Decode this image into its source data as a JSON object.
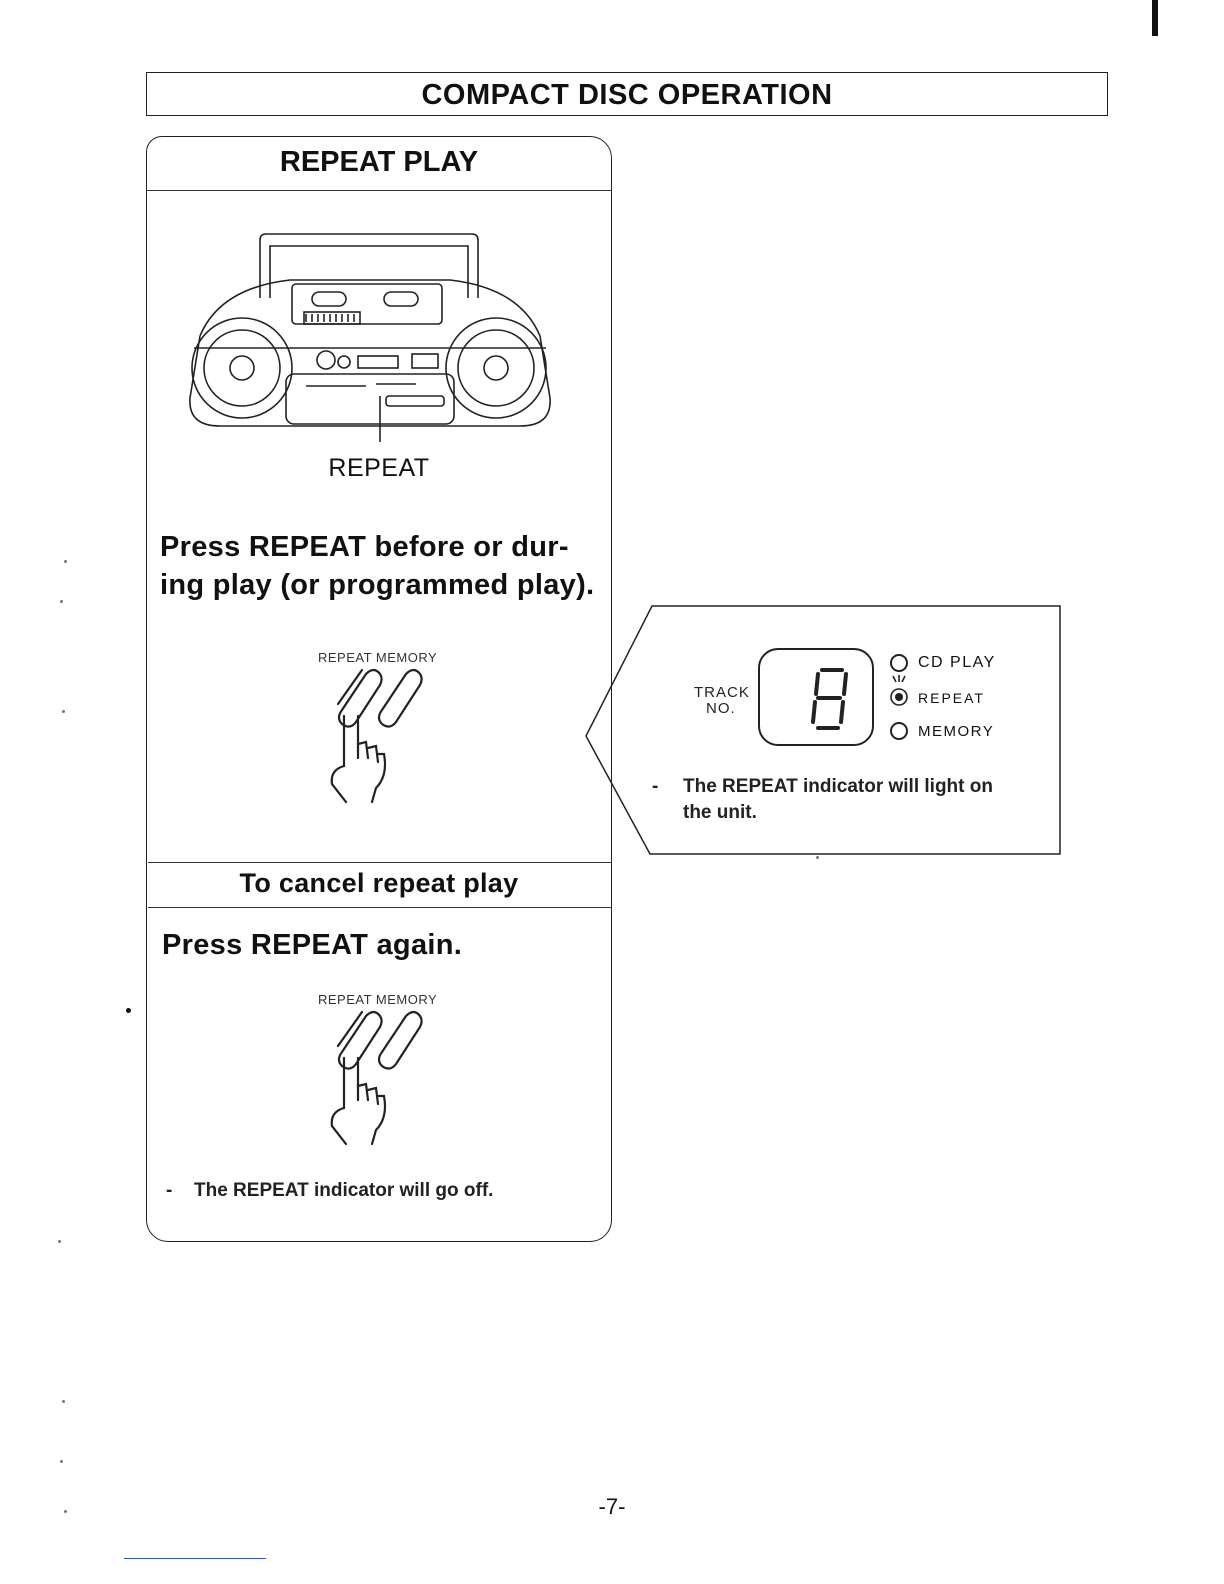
{
  "header": {
    "title": "COMPACT DISC OPERATION"
  },
  "section": {
    "title": "REPEAT PLAY",
    "device_label": "REPEAT",
    "step1_line1": "Press REPEAT before or dur-",
    "step1_line2": "ing play (or programmed play).",
    "button_label_1": "REPEAT MEMORY",
    "cancel_title": "To cancel repeat play",
    "step2": "Press REPEAT again.",
    "button_label_2": "REPEAT MEMORY",
    "note_off": "The REPEAT indicator will go off."
  },
  "display": {
    "track_label_1": "TRACK",
    "track_label_2": "NO.",
    "digit": "8",
    "indicators": [
      "CD PLAY",
      "REPEAT",
      "MEMORY"
    ],
    "note_line1": "The REPEAT indicator will light on",
    "note_line2": "the unit."
  },
  "footer": {
    "page_number": "-7-"
  }
}
